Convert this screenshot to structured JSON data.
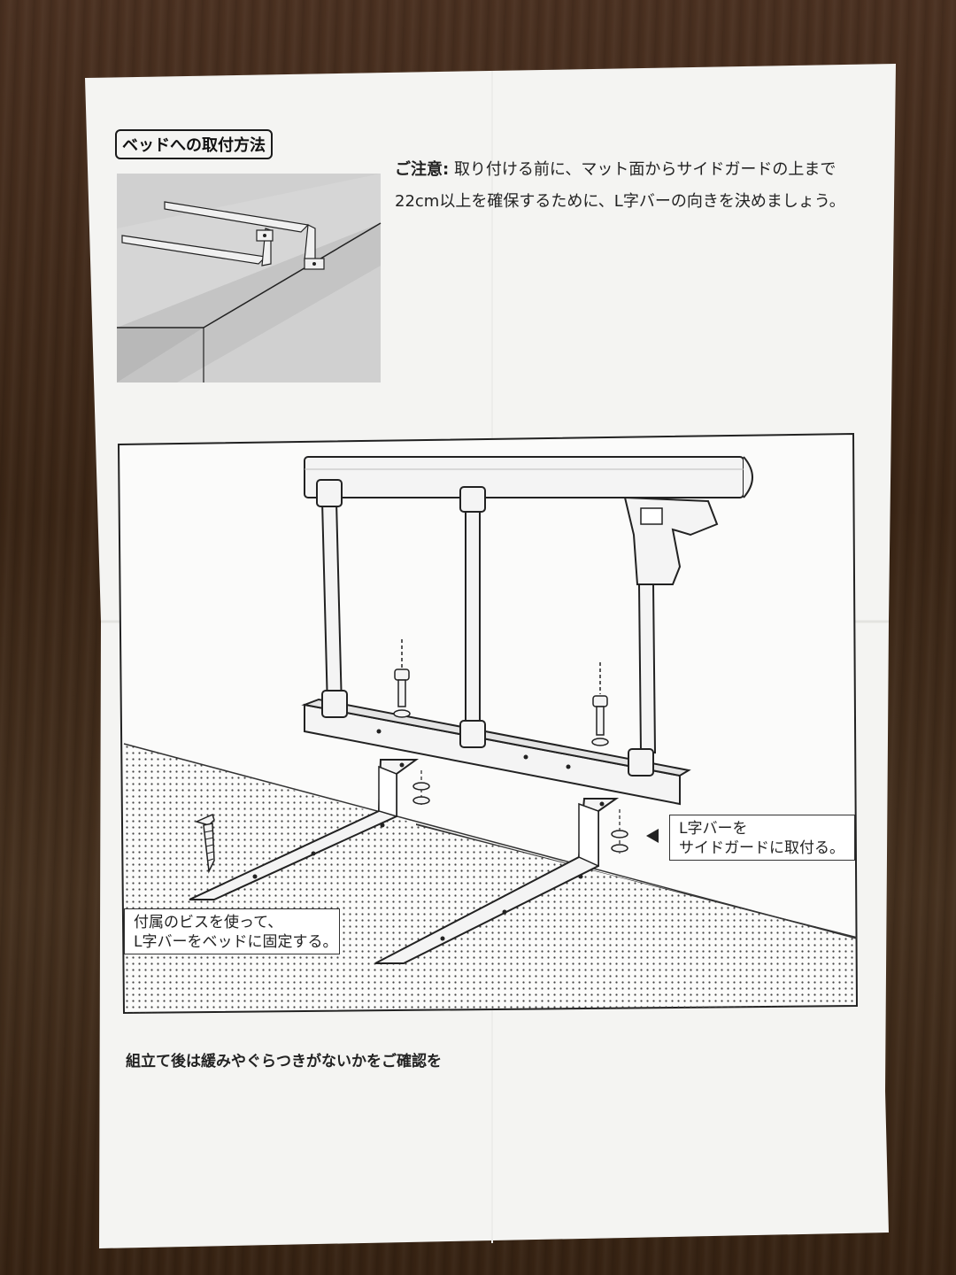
{
  "heading": "ベッドへの取付方法",
  "notice": {
    "label": "ご注意:",
    "line1": "取り付ける前に、マット面からサイドガードの上まで",
    "line2": "22cm以上を確保するために、L字バーの向きを決めましょう。"
  },
  "callouts": {
    "attach_to_guard": {
      "line1": "L字バーを",
      "line2": "サイドガードに取付る。"
    },
    "fix_to_bed": {
      "line1": "付属のビスを使って、",
      "line2": "L字バーをベッドに固定する。"
    }
  },
  "footer": "組立て後は緩みやぐらつきがないかをご確認を",
  "colors": {
    "paper": "#f4f4f2",
    "ink": "#222222",
    "table": "#3b2616"
  }
}
